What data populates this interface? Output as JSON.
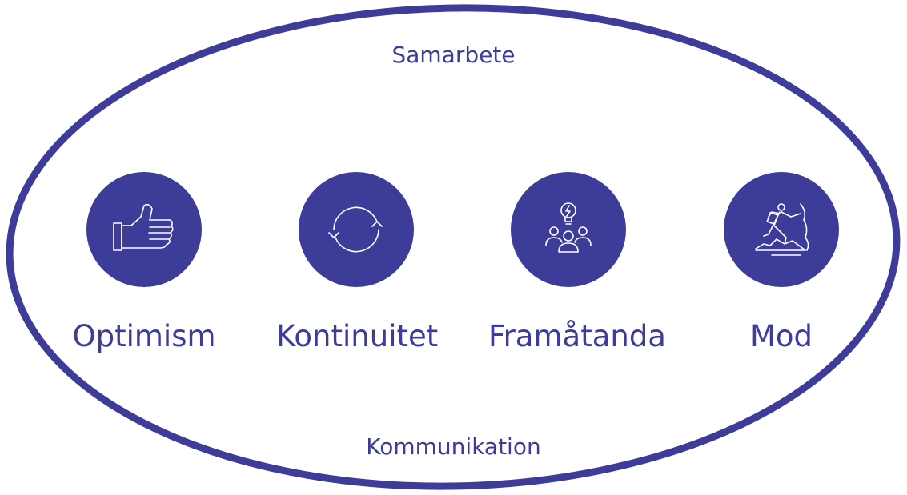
{
  "diagram": {
    "outer_label_top": "Samarbete",
    "outer_label_bottom": "Kommunikation",
    "accent_color": "#3d3d99",
    "values": [
      {
        "label": "Optimism",
        "icon": "thumbs-up-icon"
      },
      {
        "label": "Kontinuitet",
        "icon": "cycle-arrows-icon"
      },
      {
        "label": "Framåtanda",
        "icon": "team-idea-icon"
      },
      {
        "label": "Mod",
        "icon": "climber-icon"
      }
    ]
  }
}
